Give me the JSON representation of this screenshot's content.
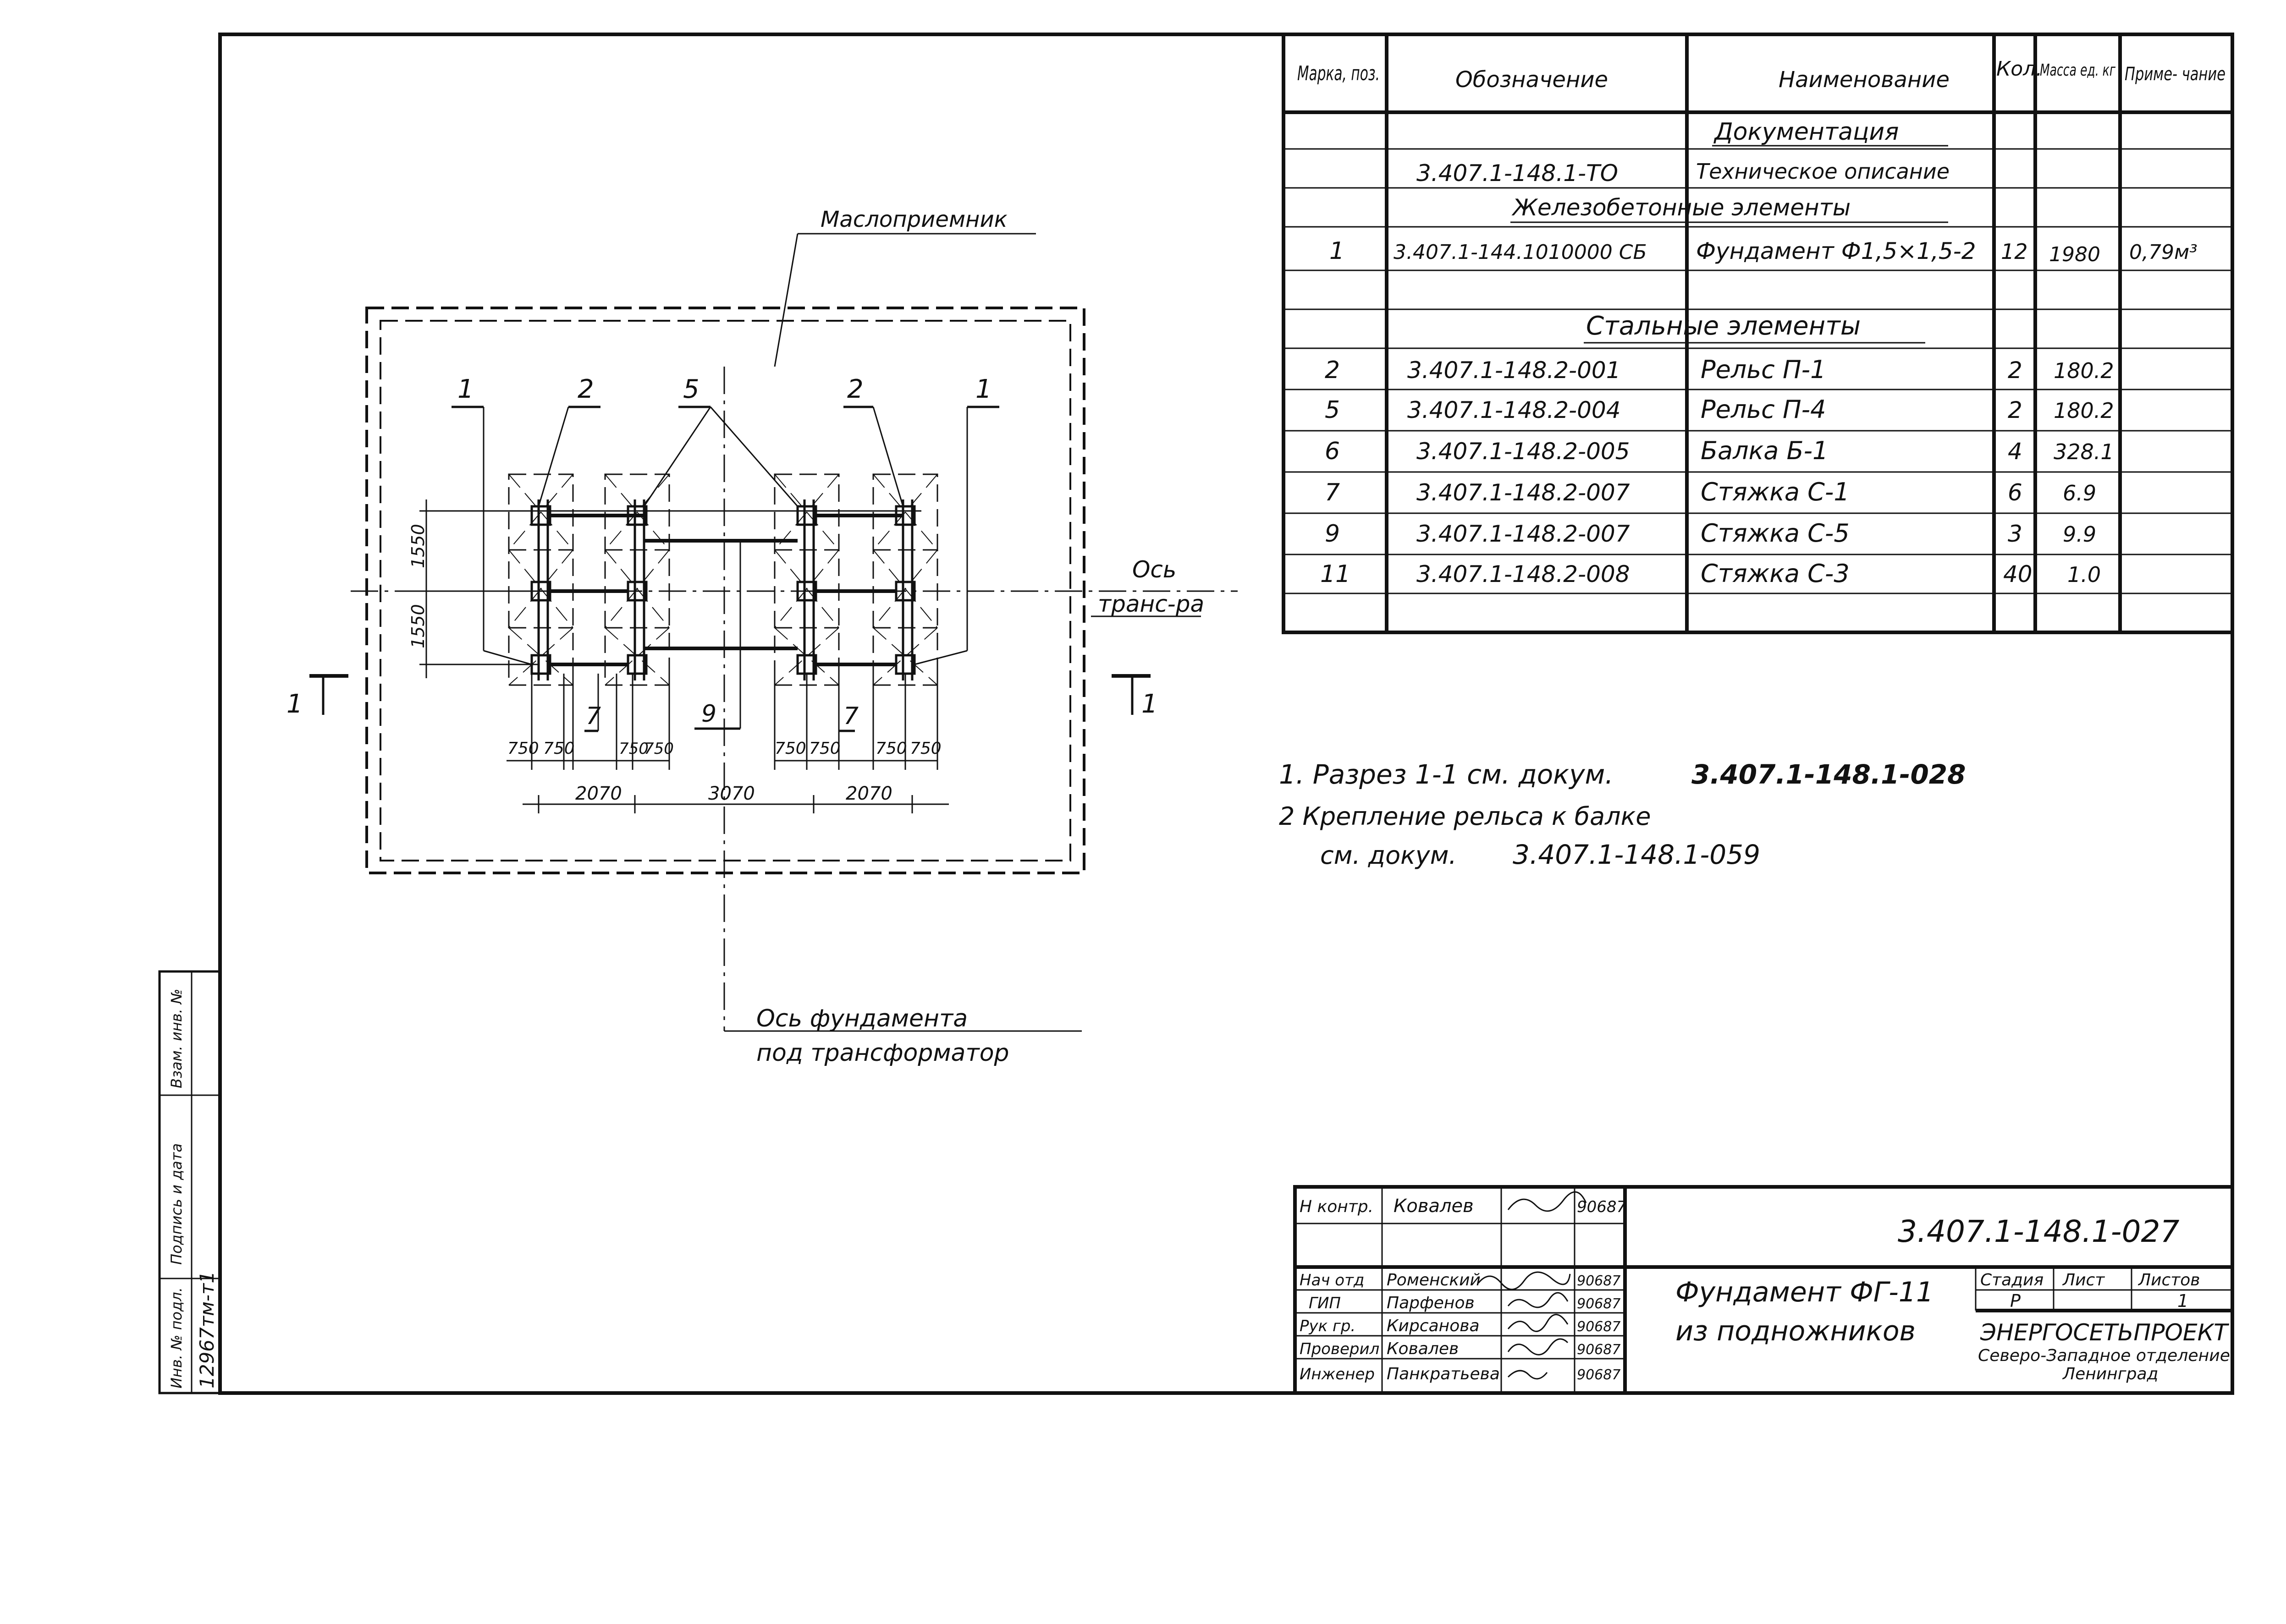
{
  "spec": {
    "headers": [
      "Марка, поз.",
      "Обозначение",
      "Наименование",
      "Кол.",
      "Масса ед. кг",
      "Приме- чание"
    ],
    "section_docs": "Документация",
    "doc_row": {
      "designation": "3.407.1-148.1-ТО",
      "name": "Техническое описание"
    },
    "section_rc": "Железобетонные элементы",
    "rc_row": {
      "mark": "1",
      "designation": "3.407.1-144.1010000 СБ",
      "name": "Фундамент Ф1,5×1,5-2",
      "qty": "12",
      "mass": "1980",
      "note": "0,79м³"
    },
    "section_steel": "Стальные элементы",
    "steel_rows": [
      {
        "mark": "2",
        "designation": "3.407.1-148.2-001",
        "name": "Рельс П-1",
        "qty": "2",
        "mass": "180.2"
      },
      {
        "mark": "5",
        "designation": "3.407.1-148.2-004",
        "name": "Рельс П-4",
        "qty": "2",
        "mass": "180.2"
      },
      {
        "mark": "6",
        "designation": "3.407.1-148.2-005",
        "name": "Балка Б-1",
        "qty": "4",
        "mass": "328.1"
      },
      {
        "mark": "7",
        "designation": "3.407.1-148.2-007",
        "name": "Стяжка С-1",
        "qty": "6",
        "mass": "6.9"
      },
      {
        "mark": "9",
        "designation": "3.407.1-148.2-007",
        "name": "Стяжка С-5",
        "qty": "3",
        "mass": "9.9"
      },
      {
        "mark": "11",
        "designation": "3.407.1-148.2-008",
        "name": "Стяжка С-3",
        "qty": "40",
        "mass": "1.0"
      }
    ]
  },
  "notes": [
    "1. Разрез 1-1 см. докум.",
    "3.407.1-148.1-028",
    "2 Крепление рельса к балке",
    "см. докум.",
    "3.407.1-148.1-059"
  ],
  "plan": {
    "oil_receiver": "Маслоприемник",
    "transformer_axis": [
      "Ось",
      "транс-ра"
    ],
    "foundation_axis": [
      "Ось фундамента",
      "под трансформатор"
    ],
    "section_mark": "1",
    "callouts_top": [
      "1",
      "2",
      "5",
      "2",
      "1"
    ],
    "callouts_bottom": [
      "7",
      "9",
      "7"
    ],
    "dims_vertical": [
      "1550",
      "1550"
    ],
    "dims_small": [
      "750",
      "750",
      "750",
      "750",
      "750",
      "750",
      "750",
      "750"
    ],
    "dims_large": [
      "2070",
      "3070",
      "2070"
    ]
  },
  "stamp": {
    "code": "3.407.1-148.1-027",
    "title_lines": [
      "Фундамент ФГ-11",
      "из подножников"
    ],
    "people": [
      {
        "role": "Н контр.",
        "name": "Ковалев",
        "date": "90687"
      },
      {
        "role": "Нач отд",
        "name": "Роменский",
        "date": "90687"
      },
      {
        "role": "ГИП",
        "name": "Парфенов",
        "date": "90687"
      },
      {
        "role": "Рук гр.",
        "name": "Кирсанова",
        "date": "90687"
      },
      {
        "role": "Проверил",
        "name": "Ковалев",
        "date": "90687"
      },
      {
        "role": "Инженер",
        "name": "Панкратьева",
        "date": "90687"
      }
    ],
    "stage_headers": [
      "Стадия",
      "Лист",
      "Листов"
    ],
    "stage_values": [
      "Р",
      "",
      "1"
    ],
    "org_lines": [
      "ЭНЕРГОСЕТЬПРОЕКТ",
      "Северо-Западное отделение",
      "Ленинград"
    ]
  },
  "side_stamp": {
    "labels": [
      "Инв. № подл.",
      "Подпись и дата",
      "Взам. инв. №"
    ],
    "inv_no": "12967тм-т1"
  }
}
